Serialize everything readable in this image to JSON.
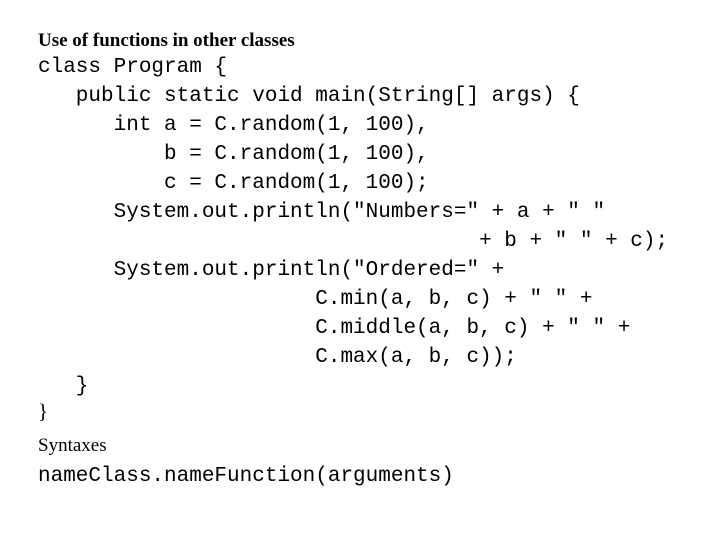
{
  "slide": {
    "background_color": "#ffffff",
    "text_color": "#000000",
    "title": "Use of functions in other classes"
  },
  "code": {
    "language": "java",
    "lines": [
      "class Program {",
      "   public static void main(String[] args) {",
      "      int a = C.random(1, 100),",
      "          b = C.random(1, 100),",
      "          c = C.random(1, 100);",
      "      System.out.println(\"Numbers=\" + a + \" \"",
      "                                   + b + \" \" + c);",
      "      System.out.println(\"Ordered=\" +",
      "                      C.min(a, b, c) + \" \" +",
      "                      C.middle(a, b, c) + \" \" +",
      "                      C.max(a, b, c));",
      "   }"
    ]
  },
  "closing_brace": "}",
  "notes": {
    "heading": "Syntaxes",
    "syntax_line": "nameClass.nameFunction(arguments)"
  }
}
